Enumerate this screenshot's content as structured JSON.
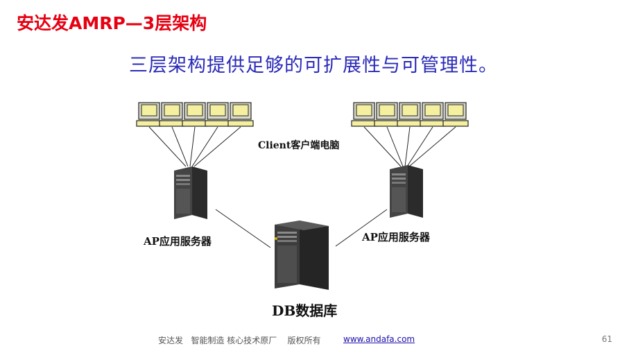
{
  "slide": {
    "title": "安达发AMRP—3层架构",
    "subtitle": "三层架构提供足够的可扩展性与可管理性。",
    "page_number": "61"
  },
  "diagram": {
    "client_label": "Client客户端电脑",
    "ap_server_left_label": "AP应用服务器",
    "ap_server_right_label": "AP应用服务器",
    "db_label": "DB数据库"
  },
  "footer": {
    "text": "安达发   智能制造 核心技术原厂    版权所有",
    "link": "www.andafa.com"
  },
  "colors": {
    "title": "#e60012",
    "subtitle": "#2a2ab8",
    "monitor_screen": "#f4f0a0",
    "server_body": "#3a3a3a"
  }
}
